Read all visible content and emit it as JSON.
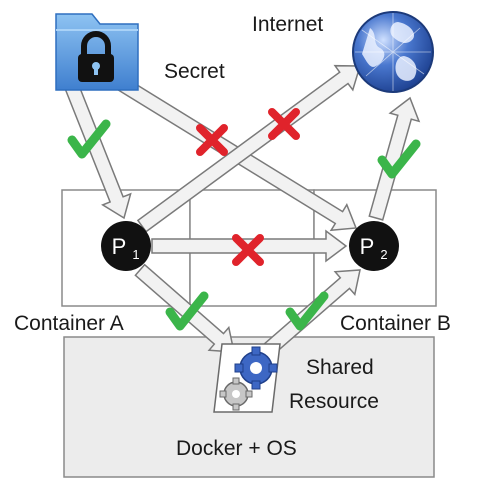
{
  "labels": {
    "secret": "Secret",
    "internet": "Internet",
    "container_a": "Container A",
    "container_b": "Container B",
    "shared_resource_line1": "Shared",
    "shared_resource_line2": "Resource",
    "docker_os": "Docker + OS"
  },
  "processes": {
    "p1": {
      "letter": "P",
      "sub": "1"
    },
    "p2": {
      "letter": "P",
      "sub": "2"
    }
  },
  "flows": [
    {
      "from": "Secret",
      "to": "P1",
      "status": "allowed"
    },
    {
      "from": "Secret",
      "to": "P2",
      "status": "blocked"
    },
    {
      "from": "P1",
      "to": "Internet",
      "status": "blocked"
    },
    {
      "from": "P2",
      "to": "Internet",
      "status": "allowed"
    },
    {
      "from": "P1",
      "to": "P2",
      "status": "blocked"
    },
    {
      "from": "P1",
      "to": "Shared Resource",
      "status": "allowed"
    },
    {
      "from": "Shared Resource",
      "to": "P2",
      "status": "allowed"
    }
  ],
  "icons": {
    "secret": "locked-folder-icon",
    "internet": "globe-icon",
    "shared_resource": "gears-icon",
    "allowed": "green-checkmark-icon",
    "blocked": "red-x-icon"
  },
  "colors": {
    "allowed": "#3bb54a",
    "blocked": "#e0232b",
    "arrow_fill": "#f2f2f2",
    "arrow_stroke": "#7a7a7a",
    "container_fill": "#ffffff",
    "os_fill": "#ececec",
    "folder": "#4a8fd6",
    "globe": "#2f5fb3",
    "process": "#111111"
  }
}
